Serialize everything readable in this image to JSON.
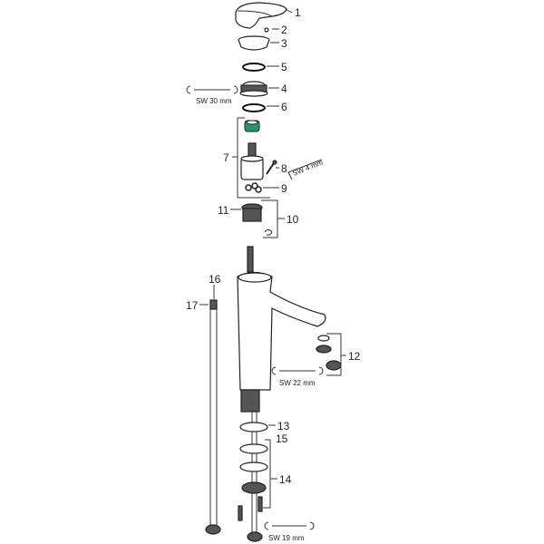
{
  "parts": [
    {
      "id": "1"
    },
    {
      "id": "2"
    },
    {
      "id": "3"
    },
    {
      "id": "5"
    },
    {
      "id": "4"
    },
    {
      "id": "6"
    },
    {
      "id": "7"
    },
    {
      "id": "8"
    },
    {
      "id": "9"
    },
    {
      "id": "11"
    },
    {
      "id": "10"
    },
    {
      "id": "12"
    },
    {
      "id": "13"
    },
    {
      "id": "15"
    },
    {
      "id": "14"
    },
    {
      "id": "16"
    },
    {
      "id": "17"
    }
  ],
  "tools": {
    "sw30": "SW 30 mm",
    "sw4": "SW 4 mm",
    "sw22": "SW 22 mm",
    "sw19": "SW 19 mm"
  },
  "colors": {
    "cartridge_nut": "#1e9a6a"
  }
}
